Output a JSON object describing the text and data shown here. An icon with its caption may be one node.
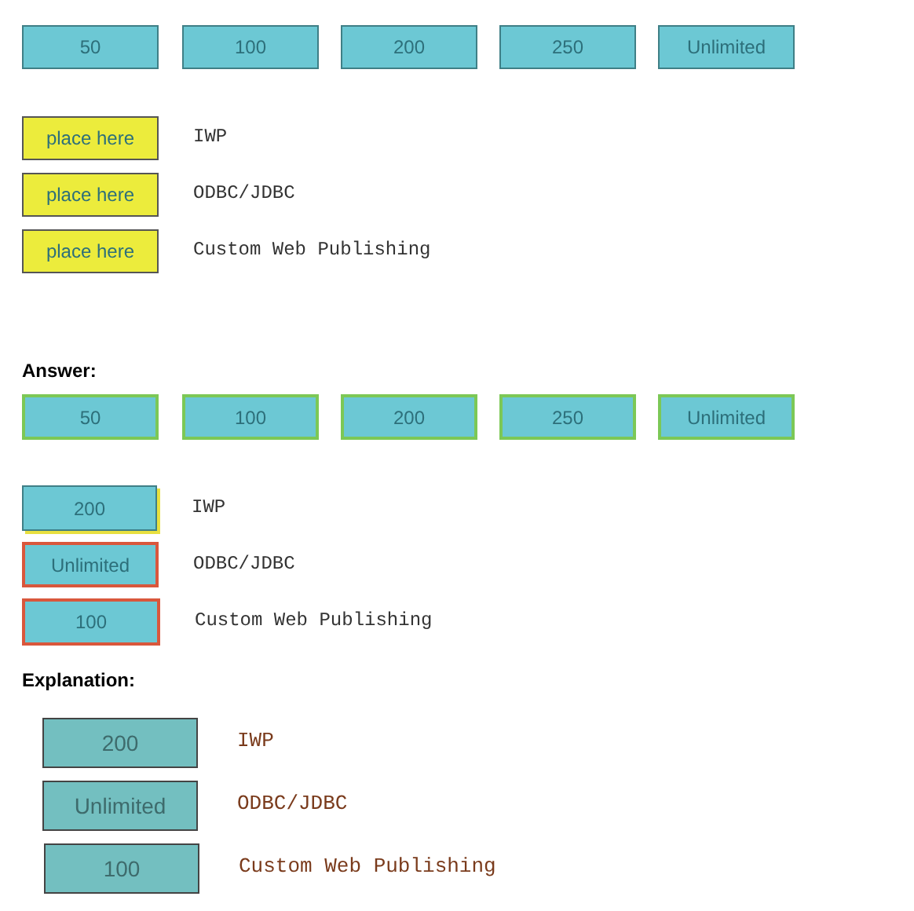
{
  "diagram": {
    "nodes": [
      {
        "text": [
          "50"
        ]
      },
      {
        "text": [
          "100"
        ]
      },
      {
        "text": [
          "200"
        ]
      },
      {
        "text": [
          "250"
        ]
      },
      {
        "text": [
          "Unlimited"
        ]
      },
      {
        "text": [
          "place here"
        ],
        "beside": [
          "IWP"
        ]
      },
      {
        "text": [
          "place here"
        ],
        "beside": [
          "ODBC/JDBC"
        ]
      },
      {
        "text": [
          "place here"
        ],
        "beside": [
          "Custom Web Publishing"
        ]
      },
      {
        "text": [
          "50"
        ]
      },
      {
        "text": [
          "100"
        ]
      },
      {
        "text": [
          "200"
        ]
      },
      {
        "text": [
          "250"
        ]
      },
      {
        "text": [
          "Unlimited"
        ]
      },
      {
        "text": [
          "200"
        ],
        "beside": [
          "IWP"
        ]
      },
      {
        "text": [
          "Unlimited"
        ],
        "beside": [
          "ODBC/JDBC"
        ]
      },
      {
        "text": [
          "100"
        ],
        "beside": [
          "Custom Web Publishing"
        ]
      },
      {
        "text": [
          "200"
        ],
        "beside": [
          "IWP"
        ]
      },
      {
        "text": [
          "Unlimited"
        ],
        "beside": [
          "ODBC/JDBC"
        ]
      },
      {
        "text": [
          "100"
        ],
        "beside": [
          "Custom Web Publishing"
        ]
      }
    ],
    "labels": [
      "Answer:",
      "Explanation:"
    ]
  }
}
